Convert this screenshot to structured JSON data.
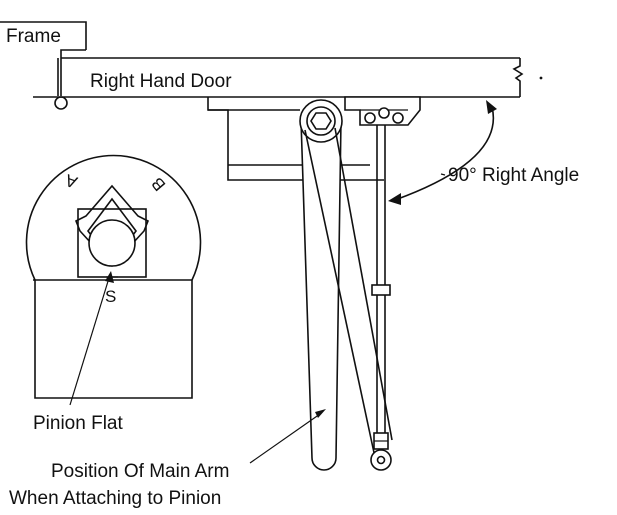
{
  "labels": {
    "frame": "Frame",
    "door": "Right Hand Door",
    "angle": "90° Right Angle",
    "pinion_flat": "Pinion Flat",
    "main_arm_line1": "Position Of Main Arm",
    "main_arm_line2": "When Attaching to Pinion",
    "marker_a": "A",
    "marker_b": "B",
    "marker_s": "S"
  }
}
